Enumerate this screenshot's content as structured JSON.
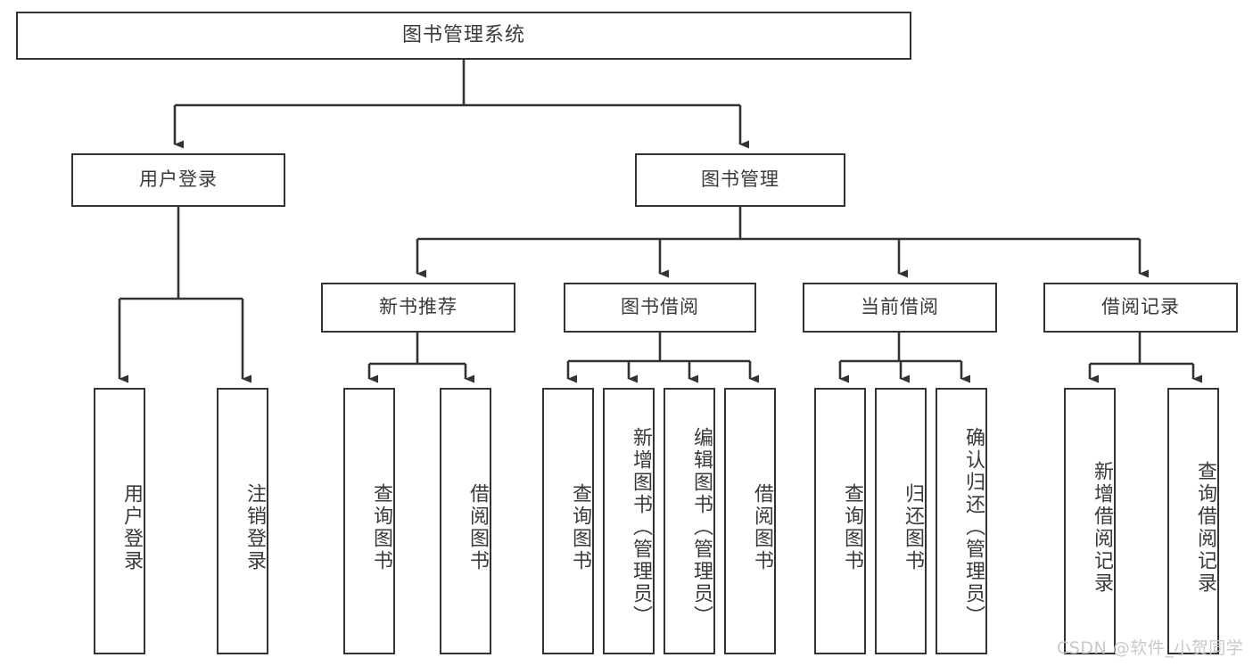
{
  "diagram": {
    "title": "图书管理系统",
    "type": "hierarchy-tree",
    "colors": {
      "background": "#ffffff",
      "node_border": "#333333",
      "node_fill": "#ffffff",
      "text": "#3a3a3a",
      "connector": "#333333",
      "watermark": "#c9c9c9"
    },
    "root": {
      "label": "图书管理系统"
    },
    "level2": [
      {
        "label": "用户登录"
      },
      {
        "label": "图书管理"
      }
    ],
    "level3": [
      {
        "label": "新书推荐"
      },
      {
        "label": "图书借阅"
      },
      {
        "label": "当前借阅"
      },
      {
        "label": "借阅记录"
      }
    ],
    "leaves": {
      "user_login": [
        {
          "label": "用户登录"
        },
        {
          "label": "注销登录"
        }
      ],
      "new_book_recommend": [
        {
          "label": "查询图书"
        },
        {
          "label": "借阅图书"
        }
      ],
      "book_borrow": [
        {
          "label": "查询图书"
        },
        {
          "label": "新增图书（管理员）"
        },
        {
          "label": "编辑图书（管理员）"
        },
        {
          "label": "借阅图书"
        }
      ],
      "current_borrow": [
        {
          "label": "查询图书"
        },
        {
          "label": "归还图书"
        },
        {
          "label": "确认归还（管理员）"
        }
      ],
      "borrow_record": [
        {
          "label": "新增借阅记录"
        },
        {
          "label": "查询借阅记录"
        }
      ]
    },
    "watermark": "CSDN @软件_小贺同学"
  }
}
